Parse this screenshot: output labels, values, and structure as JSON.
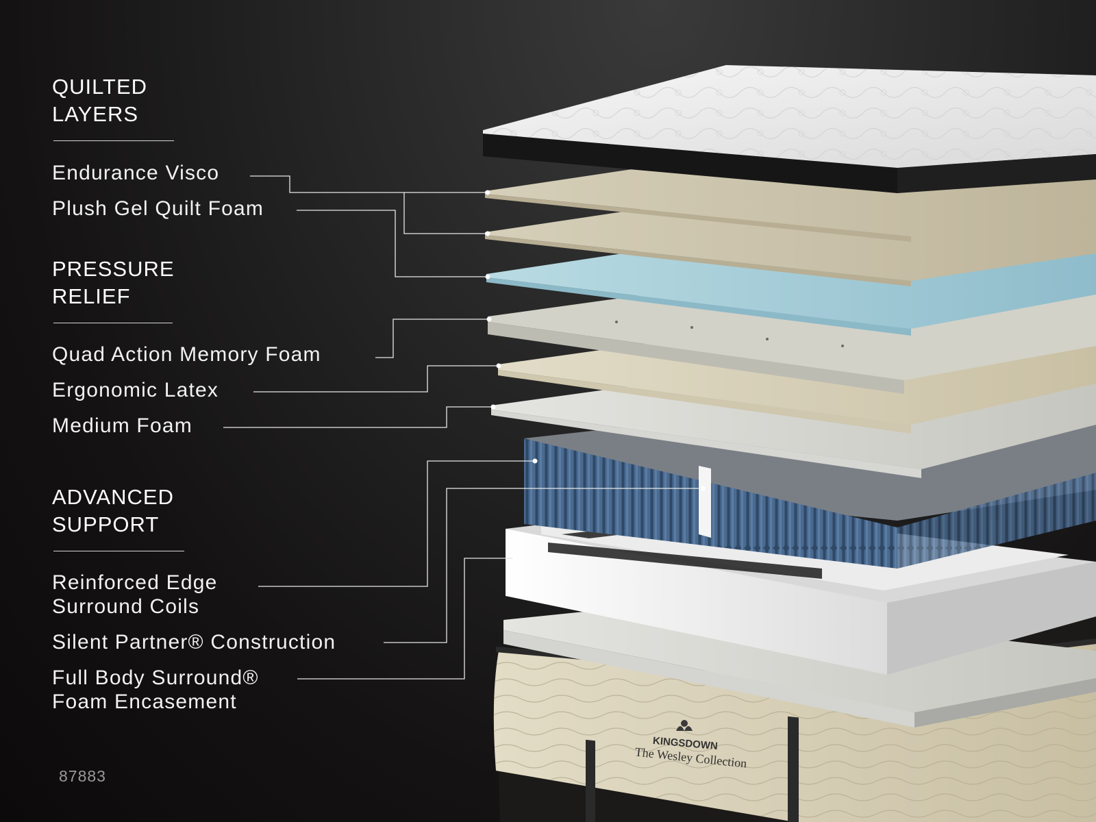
{
  "sections": {
    "quilted": {
      "line1": "QUILTED",
      "line2": "LAYERS"
    },
    "pressure": {
      "line1": "PRESSURE",
      "line2": "RELIEF"
    },
    "support": {
      "line1": "ADVANCED",
      "line2": "SUPPORT"
    }
  },
  "labels": {
    "endurance_visco": "Endurance Visco",
    "plush_gel": "Plush Gel Quilt Foam",
    "quad_action": "Quad Action Memory Foam",
    "ergonomic_latex": "Ergonomic Latex",
    "medium_foam": "Medium Foam",
    "reinforced_edge_1": "Reinforced Edge",
    "reinforced_edge_2": "Surround Coils",
    "silent_partner": "Silent Partner® Construction",
    "full_body_1": "Full Body Surround®",
    "full_body_2": "Foam Encasement"
  },
  "brand": {
    "name": "KINGSDOWN",
    "collection": "The Wesley Collection"
  },
  "product_code": "87883",
  "colors": {
    "background": "#141212",
    "cover_white": "#eeeeee",
    "cover_band": "#1a1a1a",
    "beige_layer": "#c9c1a8",
    "blue_layer": "#a9cfd9",
    "coil_blue": "#3e5a7c",
    "frame_white": "#f0f0f0",
    "base_cream": "#d9d1b8",
    "leader_line": "#e8e8e8"
  }
}
